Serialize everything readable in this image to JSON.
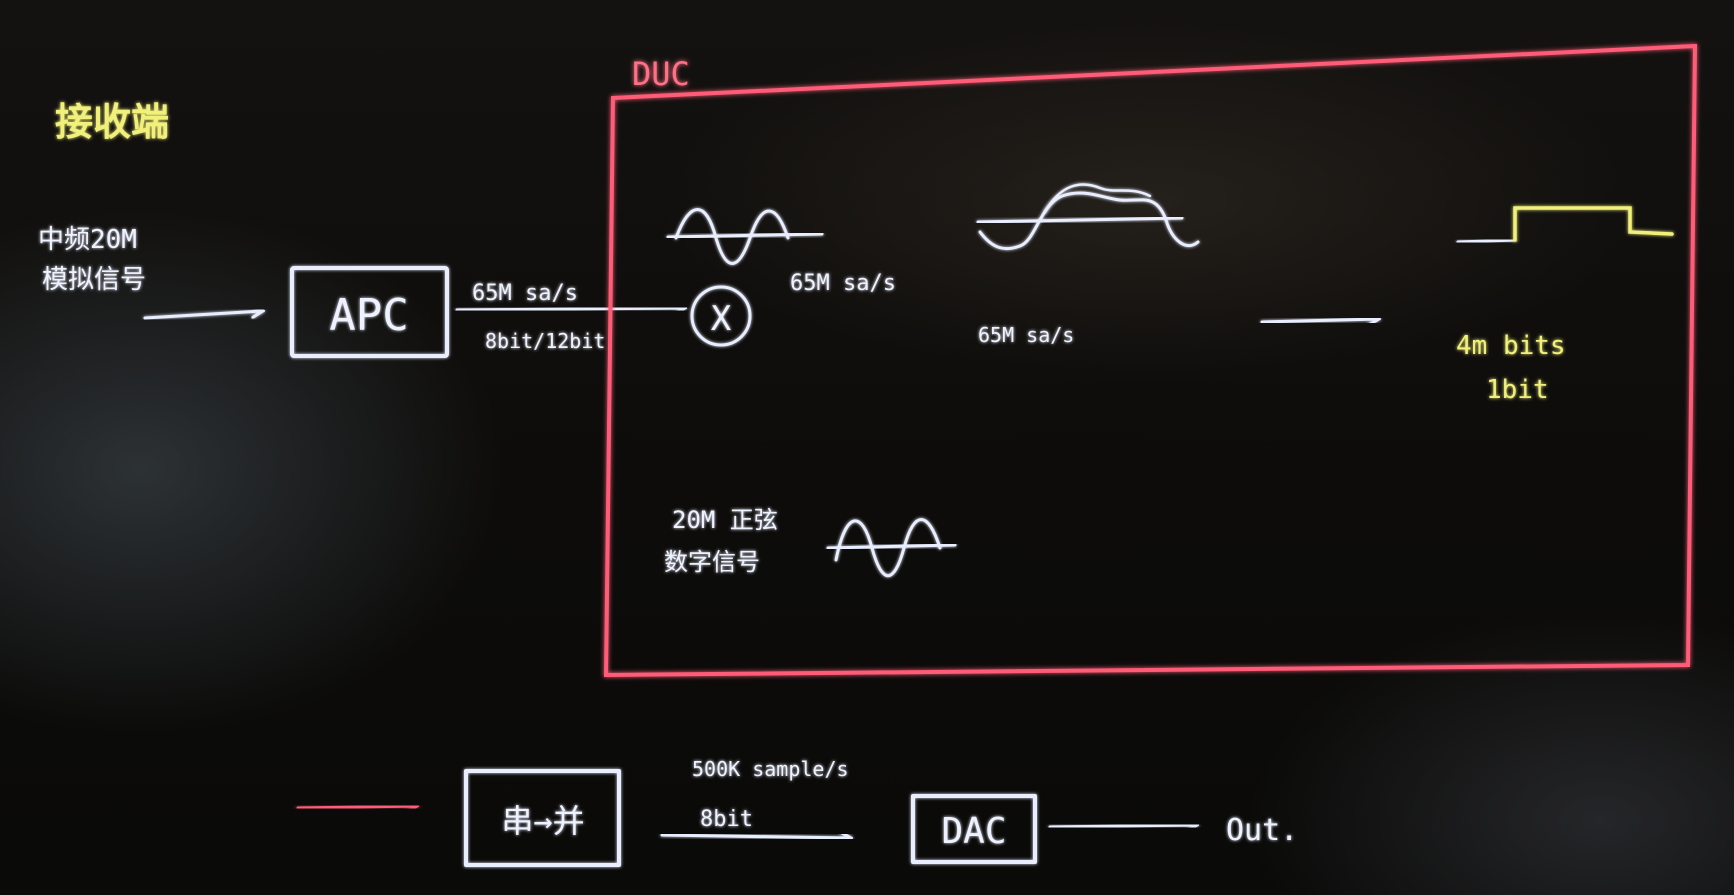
{
  "title": "接收端",
  "input_label_line1": "中频20M",
  "input_label_line2": "模拟信号",
  "adc_label": "APC",
  "adc_rate": "65M sa/s",
  "adc_bits": "8bit/12bit",
  "duc_label": "DUC",
  "mixer_symbol": "X",
  "mixer_out_rate": "65M sa/s",
  "filter_rate": "65M sa/s",
  "osc_label_line1": "20M 正弦",
  "osc_label_line2": "数字信号",
  "bits_rate": "4m bits",
  "bits_width": "1bit",
  "s2p_label": "串→并",
  "s2p_rate": "500K sample/s",
  "s2p_bits": "8bit",
  "dac_label": "DAC",
  "output_label": "Out.",
  "colors": {
    "white": "#e9eeff",
    "yellow": "#f1f07a",
    "red": "#ff5c78"
  }
}
